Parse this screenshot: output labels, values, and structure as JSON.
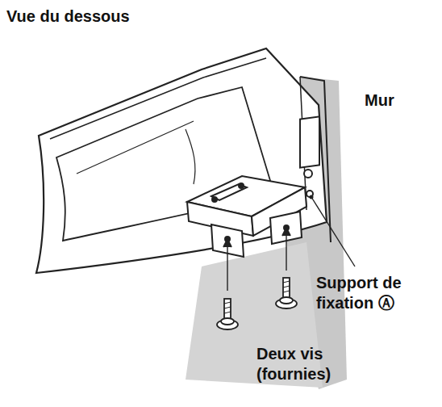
{
  "diagram": {
    "labels": [
      "Vue du dessous",
      "Mur",
      "Support de fixation Ⓐ",
      "Deux vis (fournies)"
    ]
  }
}
